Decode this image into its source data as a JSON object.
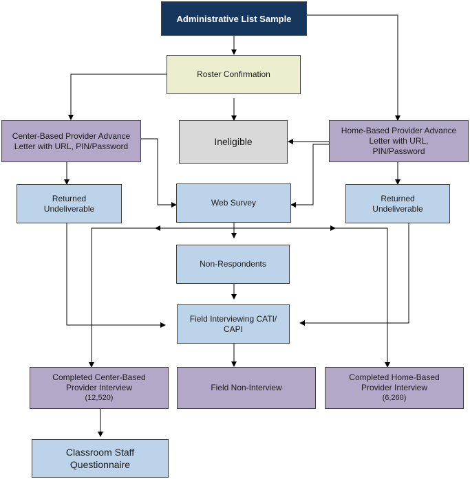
{
  "nodes": {
    "admin_list": "Administrative List Sample",
    "roster": "Roster Confirmation",
    "ineligible": "Ineligible",
    "center_letter": [
      "Center-Based Provider Advance",
      "Letter with URL, PIN/Password"
    ],
    "home_letter": [
      "Home-Based Provider Advance",
      "Letter with URL,",
      "PIN/Password"
    ],
    "returned_left": [
      "Returned",
      "Undeliverable"
    ],
    "returned_right": [
      "Returned",
      "Undeliverable"
    ],
    "web_survey": "Web Survey",
    "non_respondents": "Non-Respondents",
    "field_interviewing": [
      "Field Interviewing CATI/",
      "CAPI"
    ],
    "completed_center": [
      "Completed Center-Based",
      "Provider Interview",
      "(12,520)"
    ],
    "field_non_interview": "Field Non-Interview",
    "completed_home": [
      "Completed Home-Based",
      "Provider Interview",
      "(6,260)"
    ],
    "classroom": [
      "Classroom Staff",
      "Questionnaire"
    ]
  },
  "colors": {
    "navy": "#17365d",
    "cream": "#ededcf",
    "gray": "#d9d9d9",
    "purple": "#b4a8c8",
    "blue": "#bcd3e9",
    "line": "#000000"
  }
}
